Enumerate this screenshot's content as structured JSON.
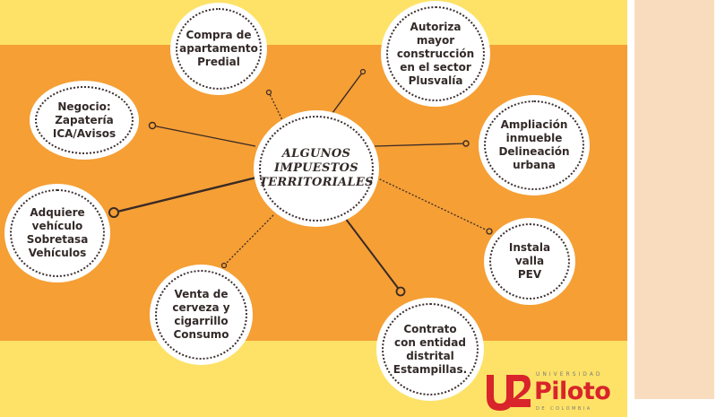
{
  "diagram": {
    "center_label": "ALGUNOS\nIMPUESTOS\nTERRITORIALES",
    "nodes": [
      {
        "id": "predial",
        "label": "Compra de\napartamento\nPredial"
      },
      {
        "id": "plusvalia",
        "label": "Autoriza\nmayor\nconstrucción\nen el sector\nPlusvalía"
      },
      {
        "id": "ica",
        "label": "Negocio:\nZapatería\nICA/Avisos"
      },
      {
        "id": "delineacion",
        "label": "Ampliación\ninmueble\nDelineación\nurbana"
      },
      {
        "id": "sobretasa",
        "label": "Adquiere\nvehículo\nSobretasa\nVehículos"
      },
      {
        "id": "pev",
        "label": "Instala\nvalla\nPEV"
      },
      {
        "id": "consumo",
        "label": "Venta de\ncerveza y\ncigarrillo\nConsumo"
      },
      {
        "id": "estampillas",
        "label": "Contrato\ncon entidad\ndistrital\nEstampillas."
      }
    ]
  },
  "logo": {
    "university_text": "UNIVERSIDAD",
    "name": "Piloto",
    "country_text": "DE COLOMBIA"
  },
  "colors": {
    "band_yellow": "#fde267",
    "band_orange": "#f59f35",
    "side_panel": "#f9dcbe",
    "text_dark": "#332a28",
    "logo_red": "#d8242a",
    "connector": "#3a2a25"
  }
}
